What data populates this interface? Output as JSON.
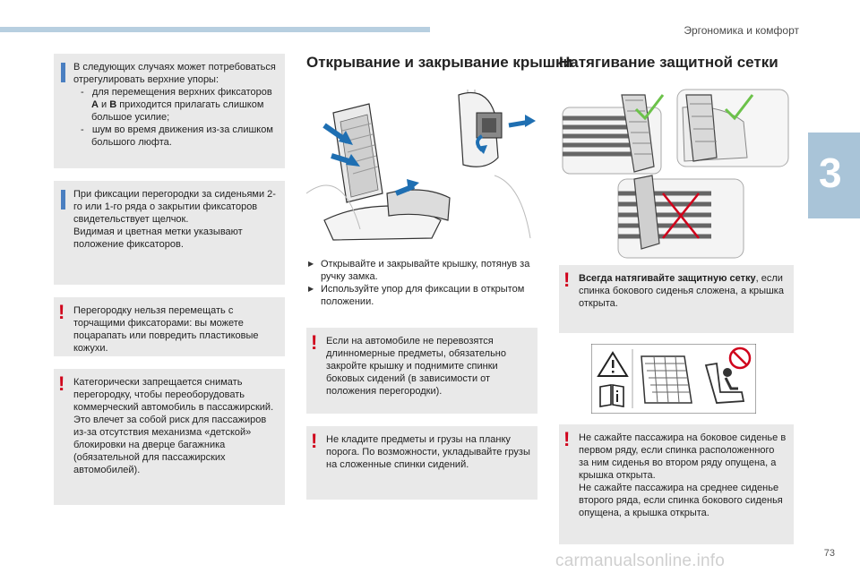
{
  "header": {
    "section": "Эргономика и комфорт",
    "chapter": "3",
    "page": "73"
  },
  "watermark": "carmanualsonline.info",
  "left": {
    "box1": {
      "intro": "В следующих случаях может потребоваться отрегулировать верхние упоры:",
      "item1_a": "для перемещения верхних фиксаторов ",
      "item1_A": "A",
      "item1_and": " и ",
      "item1_B": "B",
      "item1_b": " приходится прилагать слишком большое усилие;",
      "item2": "шум во время движения из-за слишком большого люфта.",
      "dash": "-"
    },
    "box2": {
      "p1": "При фиксации перегородки за сиденьями 2-го или 1-го ряда о закрытии фиксаторов свидетельствует щелчок.",
      "p2": "Видимая и цветная метки указывают положение фиксаторов."
    },
    "box3": {
      "text": "Перегородку нельзя перемещать с торчащими фиксаторами: вы можете поцарапать или повредить пластиковые кожухи."
    },
    "box4": {
      "text": "Категорически запрещается снимать перегородку, чтобы переоборудовать коммерческий автомобиль в пассажирский. Это влечет за собой риск для пассажиров из-за отсутствия механизма «детской» блокировки на дверце багажника (обязательной для пассажирских автомобилей)."
    }
  },
  "middle": {
    "title": "Открывание и закрывание крышки",
    "bullet1": "Открывайте и закрывайте крышку, потянув за ручку замка.",
    "bullet2": "Используйте упор для фиксации в открытом положении.",
    "box1": {
      "text": "Если на автомобиле не перевозятся длинномерные предметы, обязательно закройте крышку и поднимите спинки боковых сидений (в зависимости от положения перегородки)."
    },
    "box2": {
      "text": "Не кладите предметы и грузы на планку порога. По возможности, укладывайте грузы на сложенные спинки сидений."
    }
  },
  "right": {
    "title": "Натягивание защитной сетки",
    "box1": {
      "bold": "Всегда натягивайте защитную сетку",
      "text": ", если спинка бокового сиденья сложена, а крышка открыта."
    },
    "box2": {
      "p1": "Не сажайте пассажира на боковое сиденье в первом ряду, если спинка расположенного за ним сиденья во втором ряду опущена, а крышка открыта.",
      "p2": "Не сажайте пассажира на среднее сиденье второго ряда, если спинка бокового сиденья опущена, а крышка открыта."
    }
  },
  "colors": {
    "accent_blue": "#b7cfe0",
    "warn_red": "#d0021b",
    "info_blue": "#4a7fc1",
    "arrow_blue": "#1f6fb2",
    "check_green": "#6cc24a"
  }
}
